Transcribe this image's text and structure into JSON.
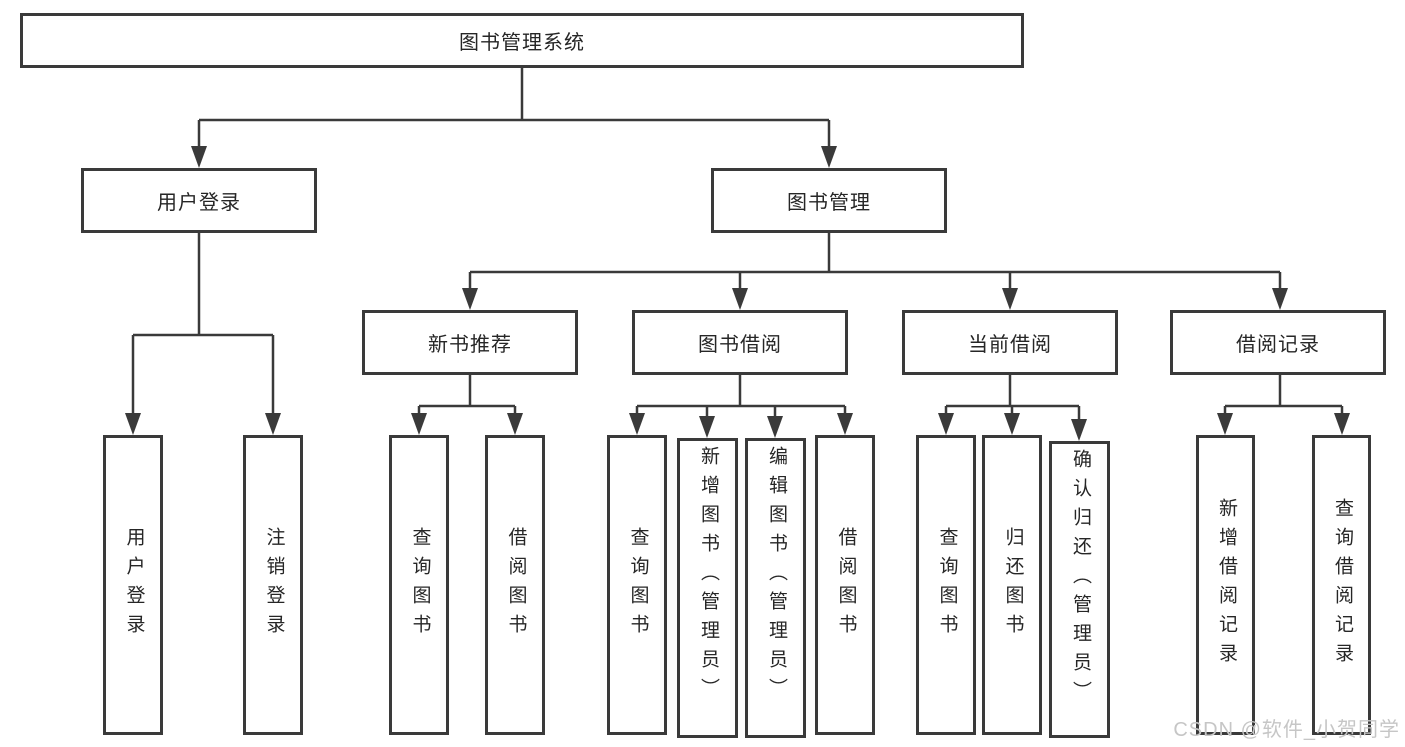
{
  "diagram": {
    "root": {
      "label": "图书管理系统"
    },
    "branches": [
      {
        "label": "用户登录",
        "children": [
          {
            "label": "用户登录"
          },
          {
            "label": "注销登录"
          }
        ]
      },
      {
        "label": "图书管理",
        "children": [
          {
            "label": "新书推荐",
            "children": [
              {
                "label": "查询图书"
              },
              {
                "label": "借阅图书"
              }
            ]
          },
          {
            "label": "图书借阅",
            "children": [
              {
                "label": "查询图书"
              },
              {
                "label": "新增图书（管理员）"
              },
              {
                "label": "编辑图书（管理员）"
              },
              {
                "label": "借阅图书"
              }
            ]
          },
          {
            "label": "当前借阅",
            "children": [
              {
                "label": "查询图书"
              },
              {
                "label": "归还图书"
              },
              {
                "label": "确认归还（管理员）"
              }
            ]
          },
          {
            "label": "借阅记录",
            "children": [
              {
                "label": "新增借阅记录"
              },
              {
                "label": "查询借阅记录"
              }
            ]
          }
        ]
      }
    ]
  },
  "watermark": {
    "text": "CSDN @软件_小贺同学"
  },
  "colors": {
    "line": "#3a3a3a",
    "text": "#262626",
    "watermark": "#c6c6c6",
    "background": "#ffffff"
  }
}
